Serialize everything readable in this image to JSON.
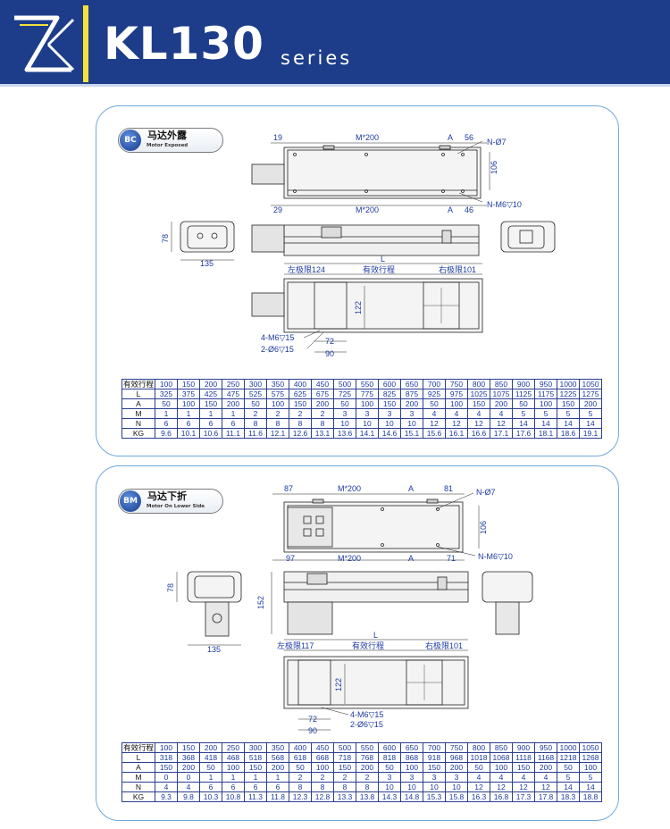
{
  "header": {
    "title": "KL130",
    "subtitle": "series",
    "colors": {
      "bg": "#1d3d8a",
      "accent": "#f4e13a"
    }
  },
  "sections": [
    {
      "badge": {
        "code": "BC",
        "cn": "马达外露",
        "en": "Motor Exposed"
      },
      "dims": {
        "top_left": "19",
        "top_mid": "M*200",
        "top_a": "A",
        "top_right": "56",
        "holes_n": "N-Ø7",
        "height_106": "106",
        "bot_left": "29",
        "bot_mid": "M*200",
        "bot_a": "A",
        "bot_right": "46",
        "thread": "N-M6▽10",
        "end_h": "78",
        "end_w": "135",
        "len_l": "L",
        "left_limit": "左极限124",
        "stroke": "有效行程",
        "right_limit": "右极限101",
        "width_122": "122",
        "screw1": "4-M6▽15",
        "screw2": "2-Ø6▽15",
        "d72": "72",
        "d90": "90"
      },
      "table": {
        "headers": [
          "有效行程",
          "100",
          "150",
          "200",
          "250",
          "300",
          "350",
          "400",
          "450",
          "500",
          "550",
          "600",
          "650",
          "700",
          "750",
          "800",
          "850",
          "900",
          "950",
          "1000",
          "1050"
        ],
        "rows": [
          [
            "L",
            "325",
            "375",
            "425",
            "475",
            "525",
            "575",
            "625",
            "675",
            "725",
            "775",
            "825",
            "875",
            "925",
            "975",
            "1025",
            "1075",
            "1125",
            "1175",
            "1225",
            "1275"
          ],
          [
            "A",
            "50",
            "100",
            "150",
            "200",
            "50",
            "100",
            "150",
            "200",
            "50",
            "100",
            "150",
            "200",
            "50",
            "100",
            "150",
            "200",
            "50",
            "100",
            "150",
            "200"
          ],
          [
            "M",
            "1",
            "1",
            "1",
            "1",
            "2",
            "2",
            "2",
            "2",
            "3",
            "3",
            "3",
            "3",
            "4",
            "4",
            "4",
            "4",
            "5",
            "5",
            "5",
            "5"
          ],
          [
            "N",
            "6",
            "6",
            "6",
            "6",
            "8",
            "8",
            "8",
            "8",
            "10",
            "10",
            "10",
            "10",
            "12",
            "12",
            "12",
            "12",
            "14",
            "14",
            "14",
            "14"
          ],
          [
            "KG",
            "9.6",
            "10.1",
            "10.6",
            "11.1",
            "11.6",
            "12.1",
            "12.6",
            "13.1",
            "13.6",
            "14.1",
            "14.6",
            "15.1",
            "15.6",
            "16.1",
            "16.6",
            "17.1",
            "17.6",
            "18.1",
            "18.6",
            "19.1"
          ]
        ]
      }
    },
    {
      "badge": {
        "code": "BM",
        "cn": "马达下折",
        "en": "Motor On Lower Side"
      },
      "dims": {
        "top_left": "87",
        "top_mid": "M*200",
        "top_a": "A",
        "top_right": "81",
        "holes_n": "N-Ø7",
        "height_106": "106",
        "bot_left": "97",
        "bot_mid": "M*200",
        "bot_a": "A",
        "bot_right": "71",
        "thread": "N-M6▽10",
        "end_h": "78",
        "end_w": "135",
        "side_h": "152",
        "len_l": "L",
        "left_limit": "左极限117",
        "stroke": "有效行程",
        "right_limit": "右极限101",
        "width_122": "122",
        "screw1": "4-M6▽15",
        "screw2": "2-Ø6▽15",
        "d72": "72",
        "d90": "90"
      },
      "table": {
        "headers": [
          "有效行程",
          "100",
          "150",
          "200",
          "250",
          "300",
          "350",
          "400",
          "450",
          "500",
          "550",
          "600",
          "650",
          "700",
          "750",
          "800",
          "850",
          "900",
          "950",
          "1000",
          "1050"
        ],
        "rows": [
          [
            "L",
            "318",
            "368",
            "418",
            "468",
            "518",
            "568",
            "618",
            "668",
            "718",
            "768",
            "818",
            "868",
            "918",
            "968",
            "1018",
            "1068",
            "1118",
            "1168",
            "1218",
            "1268"
          ],
          [
            "A",
            "150",
            "200",
            "50",
            "100",
            "150",
            "200",
            "50",
            "100",
            "150",
            "200",
            "50",
            "100",
            "150",
            "200",
            "50",
            "100",
            "150",
            "200",
            "50",
            "100"
          ],
          [
            "M",
            "0",
            "0",
            "1",
            "1",
            "1",
            "1",
            "2",
            "2",
            "2",
            "2",
            "3",
            "3",
            "3",
            "3",
            "4",
            "4",
            "4",
            "4",
            "5",
            "5"
          ],
          [
            "N",
            "4",
            "4",
            "6",
            "6",
            "6",
            "6",
            "8",
            "8",
            "8",
            "8",
            "10",
            "10",
            "10",
            "10",
            "12",
            "12",
            "12",
            "12",
            "14",
            "14"
          ],
          [
            "KG",
            "9.3",
            "9.8",
            "10.3",
            "10.8",
            "11.3",
            "11.8",
            "12.3",
            "12.8",
            "13.3",
            "13.8",
            "14.3",
            "14.8",
            "15.3",
            "15.8",
            "16.3",
            "16.8",
            "17.3",
            "17.8",
            "18.3",
            "18.8"
          ]
        ]
      }
    }
  ]
}
